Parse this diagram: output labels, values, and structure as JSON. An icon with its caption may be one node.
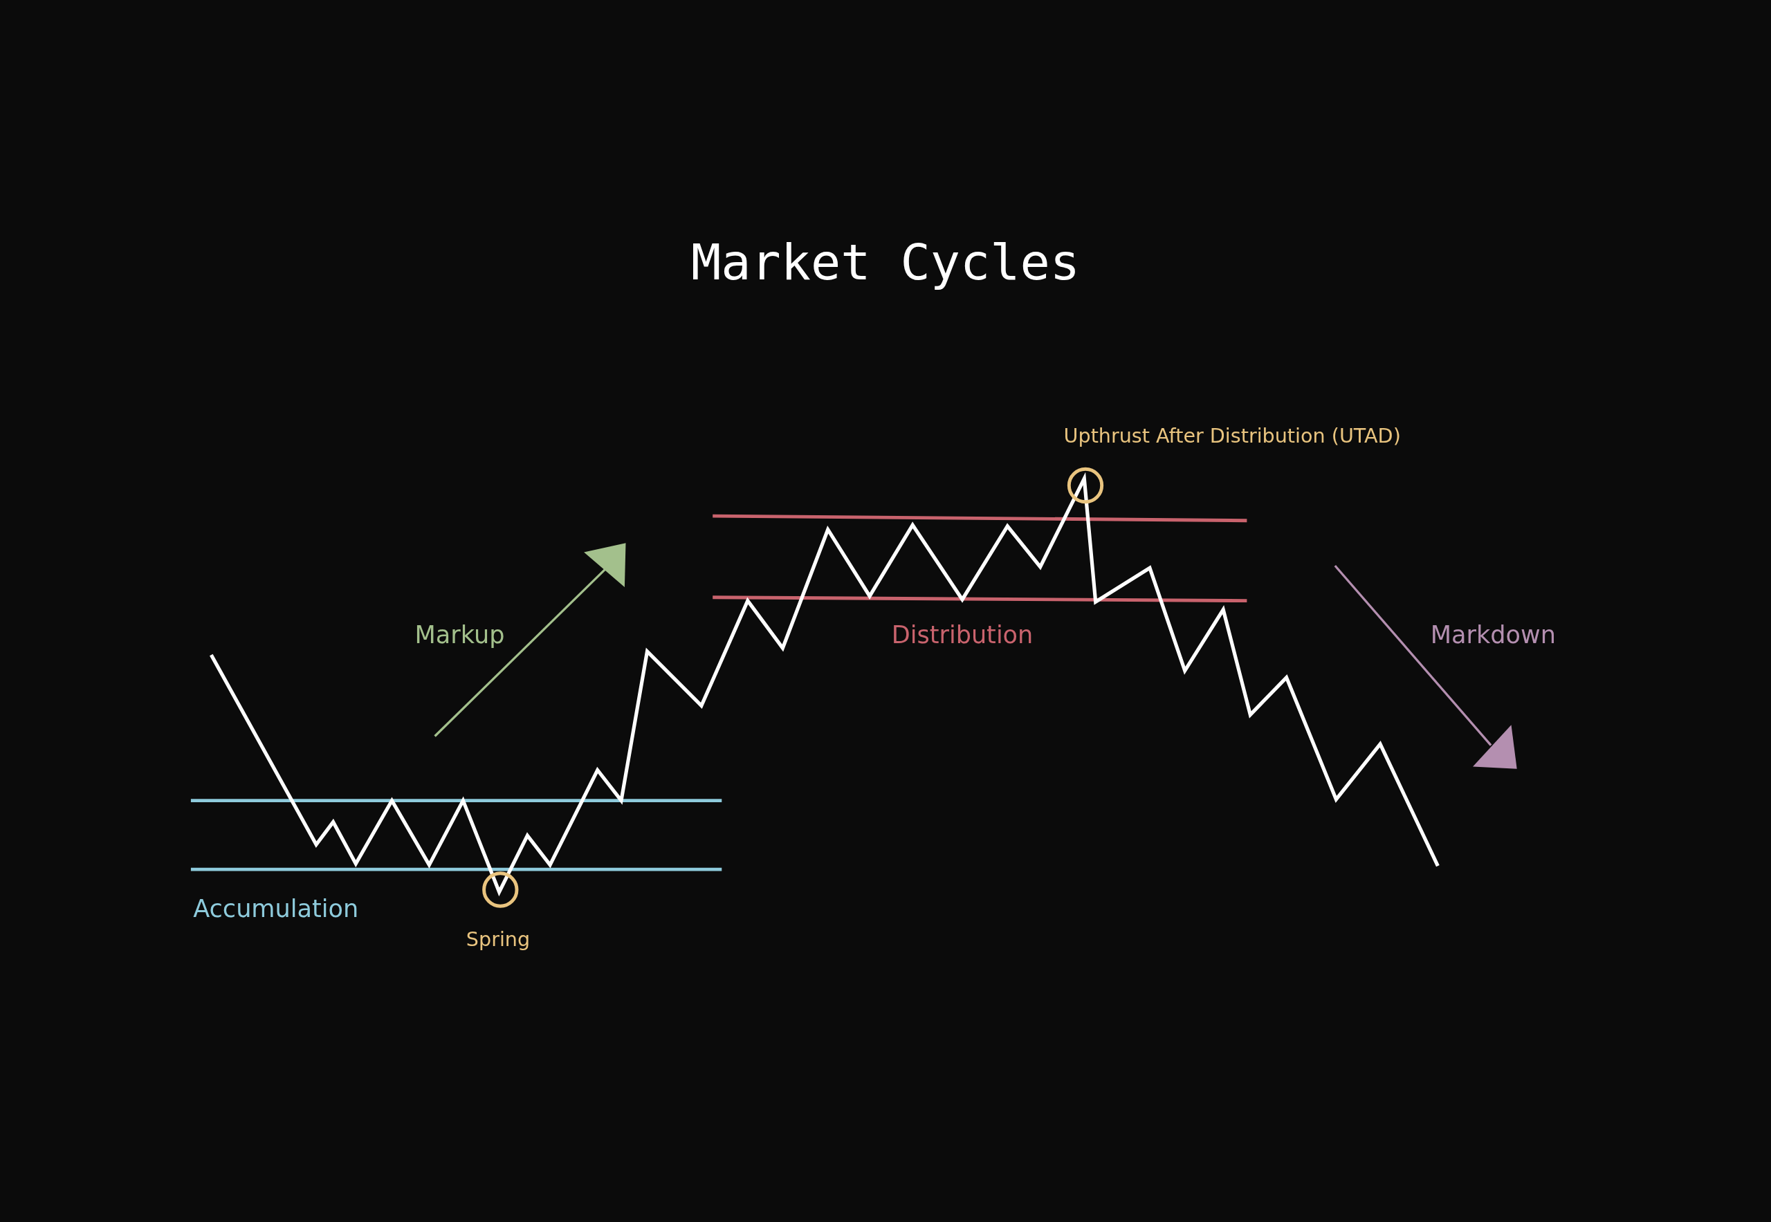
{
  "diagram": {
    "title": "Market Cycles",
    "labels": [
      "Upthrust After Distribution (UTAD)",
      "Markup",
      "Distribution",
      "Markdown",
      "Accumulation",
      "Spring"
    ]
  }
}
